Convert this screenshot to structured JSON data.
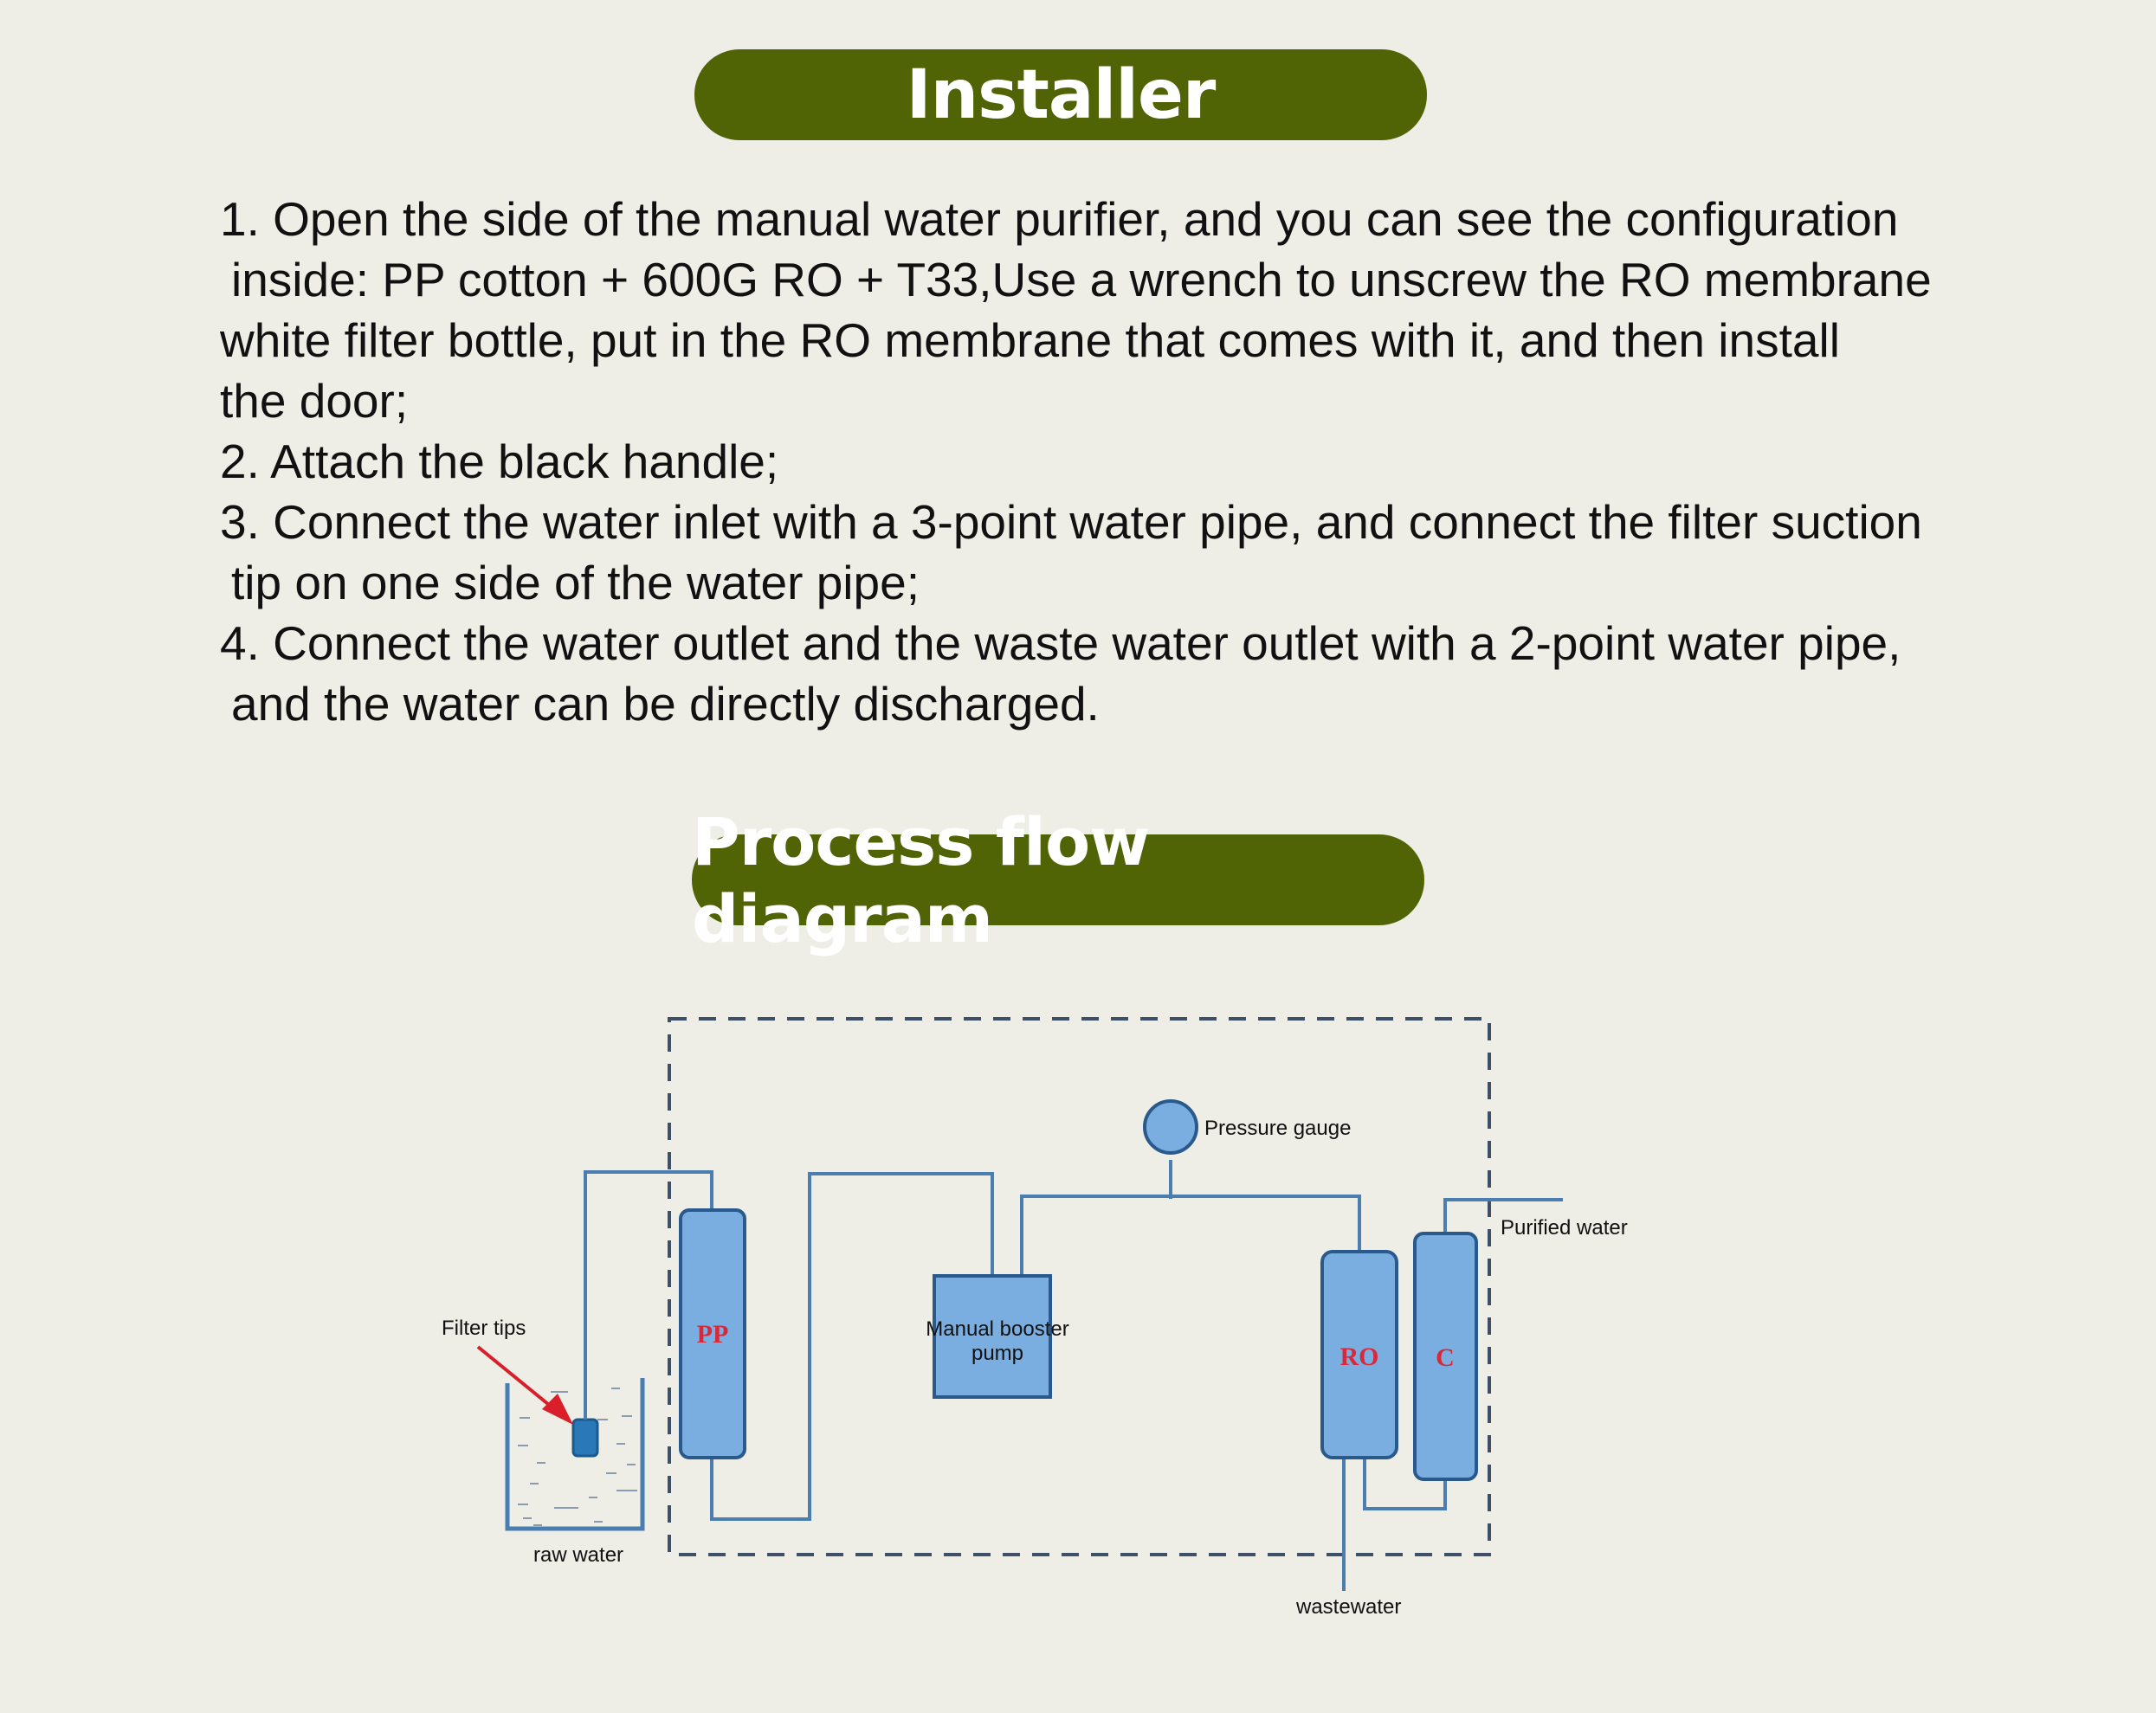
{
  "installer": {
    "title": "Installer",
    "lines": [
      "1. Open the side of the manual water purifier, and you can see the configuration",
      " inside: PP cotton + 600G RO + T33,Use a wrench to unscrew the RO membrane",
      "white filter bottle, put in the RO membrane that comes with it, and then install",
      "the door;",
      "2. Attach the black handle;",
      "3. Connect the water inlet with a 3-point water pipe, and connect the filter suction",
      " tip on one side of the water pipe;",
      "4. Connect the water outlet and the waste water outlet with a 2-point water pipe,",
      " and the water can be directly discharged."
    ]
  },
  "process": {
    "title": "Process flow diagram",
    "labels": {
      "filter_tips": "Filter tips",
      "raw_water": "raw water",
      "pp": "PP",
      "pump_line1": "Manual booster",
      "pump_line2": "pump",
      "pressure_gauge": "Pressure gauge",
      "ro": "RO",
      "c": "C",
      "purified_water": "Purified water",
      "wastewater": "wastewater"
    }
  },
  "colors": {
    "header_bg": "#506405",
    "page_bg": "#eeeee6",
    "component_fill": "#7aaee0",
    "pipe": "#4a7eb0",
    "component_label": "#d8293a"
  }
}
